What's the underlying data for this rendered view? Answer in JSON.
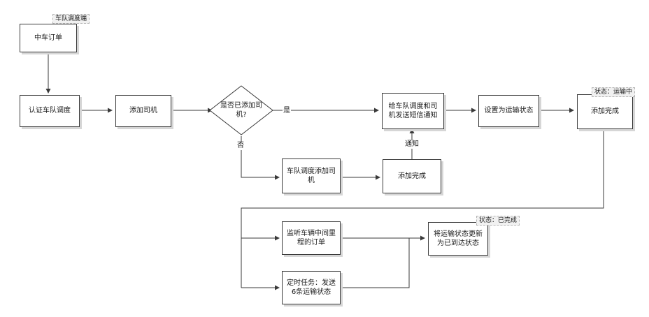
{
  "colors": {
    "stroke": "#3a3a3a",
    "shadow": "#d6d6d6",
    "tag_bg": "#f1f1f1"
  },
  "nodes": {
    "start": "中车订单",
    "verify": "认证车队调度",
    "add_driver": "添加司机",
    "decision": "是否已添加司机?",
    "send_sms": "给车队调度和司机发送短信通知",
    "set_status": "设置为运输状态",
    "add_done": "添加完成",
    "team_add_driver": "车队调度添加司机",
    "add_complete": "添加完成",
    "monitor": "监听车辆中间里程的订单",
    "timer": "定时任务：发送6条运输状态",
    "update_status": "将运输状态更新为已到达状态"
  },
  "tags": {
    "start_tag": "车队调度端",
    "done_tag": "状态：运输中",
    "update_tag": "状态：已完成"
  },
  "edge_labels": {
    "yes": "是",
    "no": "否",
    "notify": "通知"
  }
}
